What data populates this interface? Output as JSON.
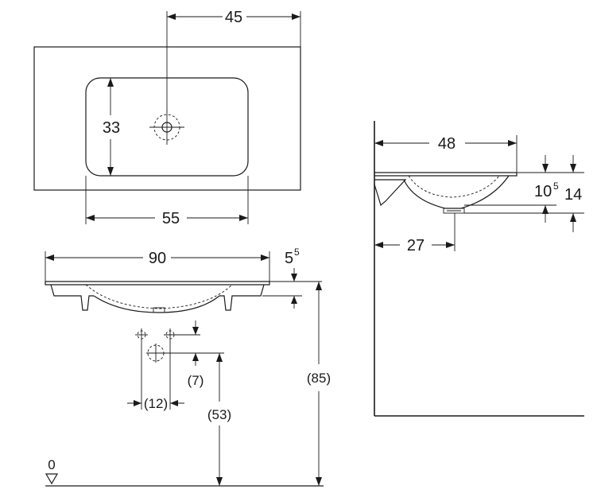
{
  "top_view": {
    "dim_45": "45",
    "dim_33": "33",
    "dim_55": "55"
  },
  "front_view": {
    "dim_90": "90",
    "dim_5_main": "5",
    "dim_5_sup": "5",
    "dim_7": "(7)",
    "dim_12": "(12)",
    "dim_53": "(53)",
    "dim_85": "(85)",
    "floor_label": "0"
  },
  "side_view": {
    "dim_48": "48",
    "dim_10_main": "10",
    "dim_10_sup": "5",
    "dim_14": "14",
    "dim_27": "27"
  }
}
